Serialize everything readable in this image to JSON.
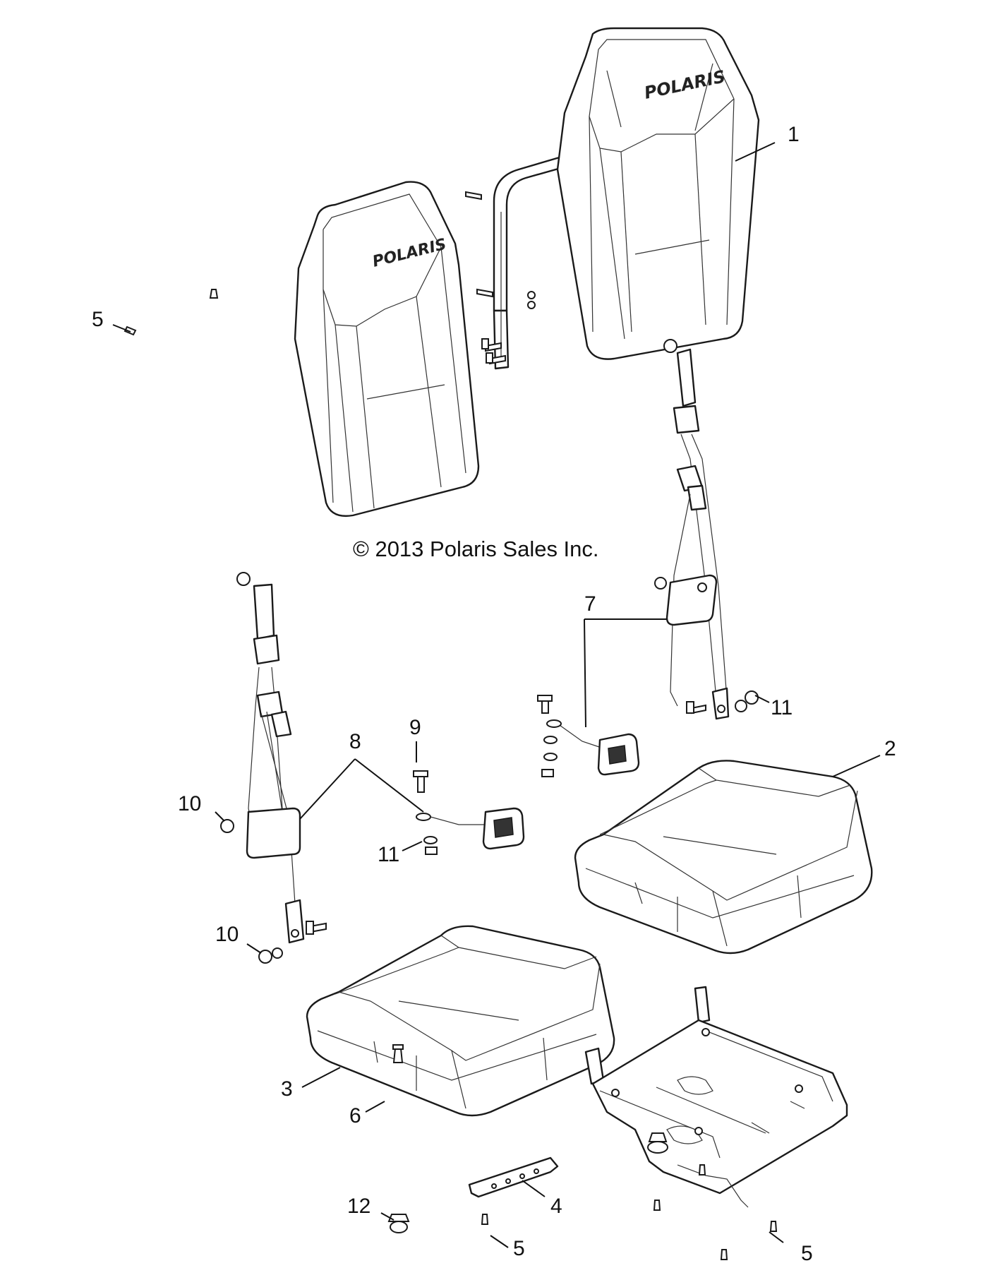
{
  "copyright": "© 2013 Polaris Sales Inc.",
  "logo_text": "POLARIS",
  "callouts": {
    "c1": "1",
    "c2": "2",
    "c3": "3",
    "c4": "4",
    "c5a": "5",
    "c5b": "5",
    "c5c": "5",
    "c6": "6",
    "c7": "7",
    "c8": "8",
    "c9": "9",
    "c10a": "10",
    "c10b": "10",
    "c11a": "11",
    "c11b": "11",
    "c12": "12"
  }
}
